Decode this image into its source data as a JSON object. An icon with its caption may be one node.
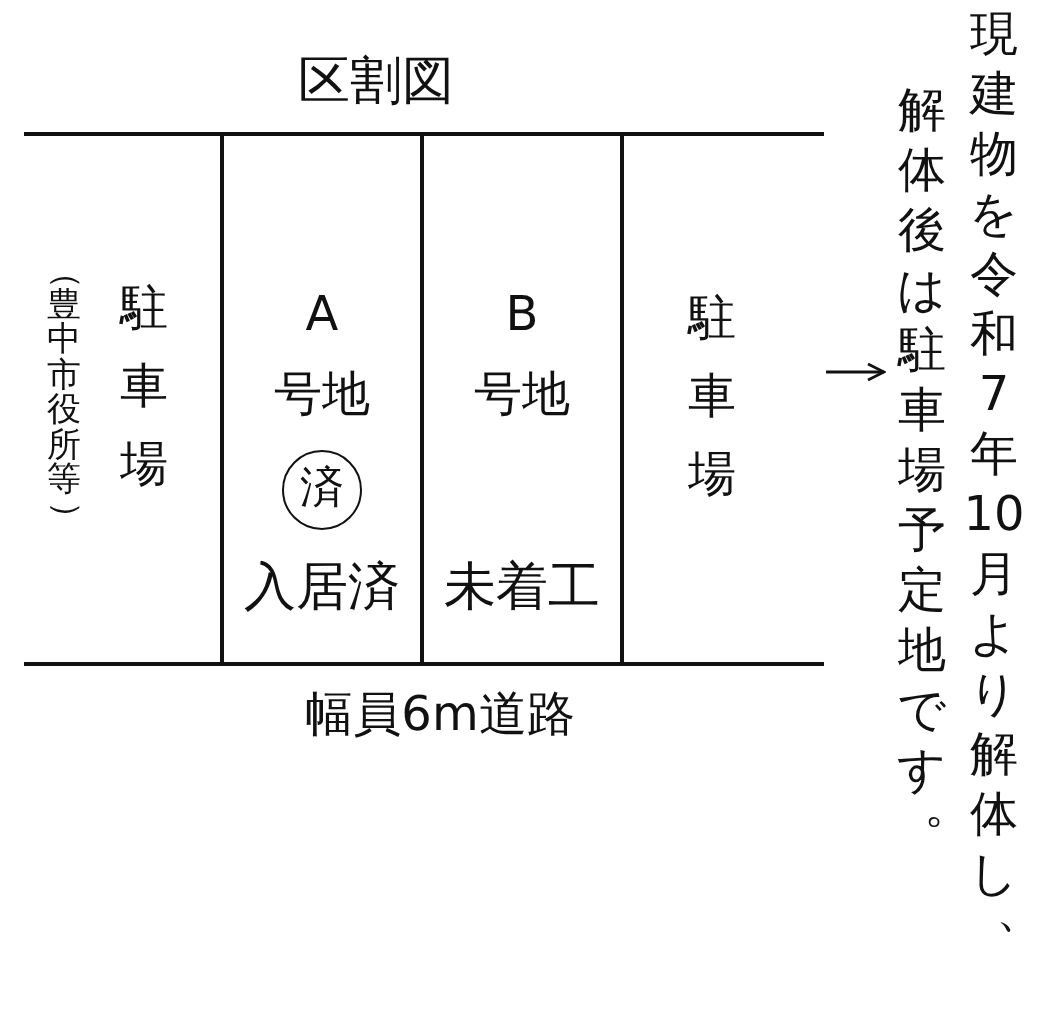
{
  "diagram": {
    "title": "区割図",
    "nodes": [
      {
        "text": [
          "駐車場",
          "（豊中市役所等）"
        ]
      },
      {
        "text": [
          "A号地",
          "入居済"
        ]
      },
      {
        "text": [
          "済"
        ],
        "in": 1
      },
      {
        "text": [
          "B号地",
          "未着工"
        ]
      },
      {
        "text": [
          "駐車場"
        ]
      },
      {
        "text": [
          "現建物を令和7年10月より解体し、解体後は駐車場予定地です。"
        ]
      }
    ],
    "edges": [
      {
        "from": 4,
        "to": 5,
        "arrow": "to"
      }
    ],
    "labels": [
      "幅員6m道路"
    ]
  }
}
